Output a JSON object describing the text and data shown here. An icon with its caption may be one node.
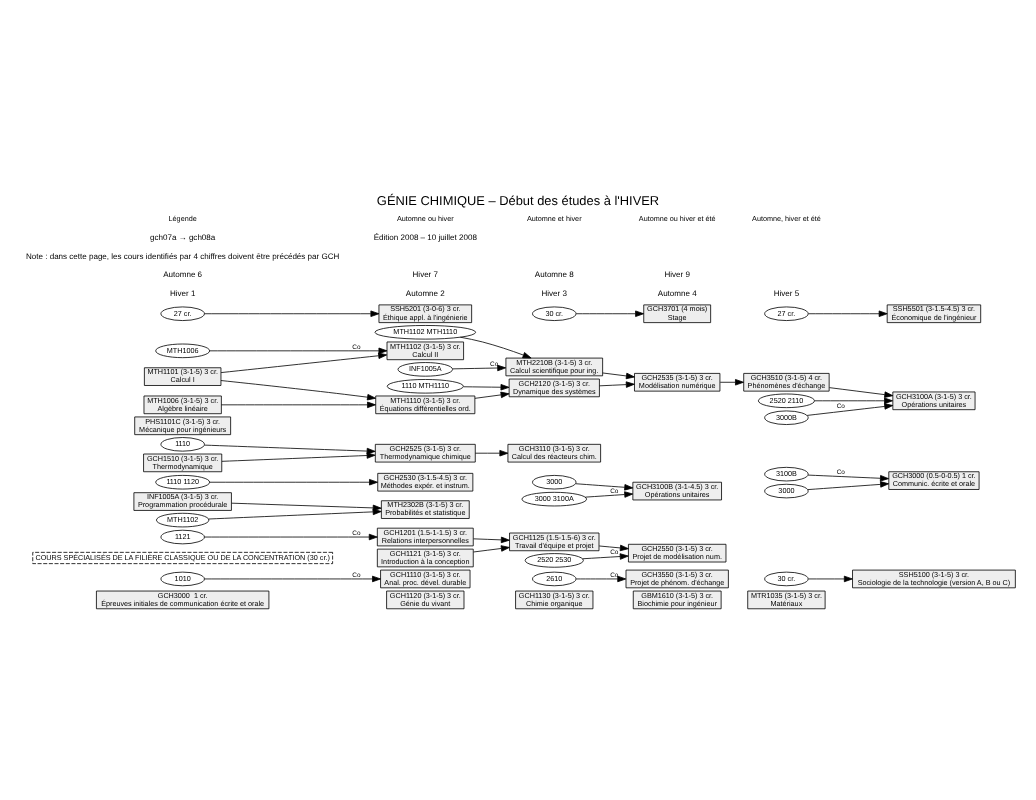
{
  "diagram": {
    "title": "GÉNIE CHIMIQUE – Début des études à l'HIVER",
    "nodes": [
      {
        "text": [
          "GCH3000  1 cr.",
          "Épreuves initiales de communication écrite et orale"
        ]
      },
      {
        "text": [
          "GCH1120 (3-1-5) 3 cr.",
          "Génie du vivant"
        ]
      },
      {
        "text": [
          "1010"
        ]
      },
      {
        "text": [
          "GCH1110 (3-1-5) 3 cr.",
          "Anal. proc. dével. durable"
        ]
      },
      {
        "text": [
          "GCH1130 (3-1-5) 3 cr.",
          "Chimie organique"
        ]
      },
      {
        "text": [
          "GBM1610 (3-1-5) 3 cr.",
          "Biochimie pour ingénieur"
        ]
      },
      {
        "text": [
          "COURS SPÉCIALISÉS DE LA FILIÈRE CLASSIQUE OU DE LA CONCENTRATION (30 cr.)"
        ]
      },
      {
        "text": [
          "2610"
        ]
      },
      {
        "text": [
          "GCH3550 (3-1-5) 3 cr.",
          "Projet de phénom. d'échange"
        ]
      },
      {
        "text": [
          "1121"
        ]
      },
      {
        "text": [
          "GCH1201 (1.5-1-1.5) 3 cr.",
          "Relations interpersonnelles"
        ]
      },
      {
        "text": [
          "GCH1125 (1.5-1.5-6) 3 cr.",
          "Travail d'équipe et projet"
        ]
      },
      {
        "text": [
          "2520 2530"
        ]
      },
      {
        "text": [
          "GCH2550 (3-1-5) 3 cr.",
          "Projet de modélisation num."
        ]
      },
      {
        "text": [
          "GCH1121 (3-1-5) 3 cr.",
          "Introduction à la conception"
        ]
      },
      {
        "text": [
          "INF1005A (3-1-5) 3 cr.",
          "Programmation procédurale"
        ]
      },
      {
        "text": [
          "MTH1102"
        ]
      },
      {
        "text": [
          "MTH2302B (3-1-5) 3 cr.",
          "Probabilités et statistique"
        ]
      },
      {
        "text": [
          "3000"
        ]
      },
      {
        "text": [
          "3100B"
        ]
      },
      {
        "text": [
          "GCH3000 (0.5-0-0.5) 1 cr.",
          "Communic. écrite et orale"
        ]
      },
      {
        "text": [
          "MTR1035 (3-1-5) 3 cr.",
          "Matériaux"
        ]
      },
      {
        "text": [
          "30 cr."
        ]
      },
      {
        "text": [
          "SSH5100 (3-1-5) 3 cr.",
          "Sociologie de la technologie (version A, B ou C)"
        ]
      },
      {
        "text": [
          "1110"
        ]
      },
      {
        "text": [
          "GCH1510 (3-1-5) 3 cr.",
          "Thermodynamique"
        ]
      },
      {
        "text": [
          "GCH2525 (3-1-5) 3 cr.",
          "Thermodynamique chimique"
        ]
      },
      {
        "text": [
          "GCH3110 (3-1-5) 3 cr.",
          "Calcul des réacteurs chim."
        ]
      },
      {
        "text": [
          "PHS1101C (3-1-5) 3 cr.",
          "Mécanique pour ingénieurs"
        ]
      },
      {
        "text": [
          "MTH1102 MTH1110"
        ]
      },
      {
        "text": [
          "INF1005A"
        ]
      },
      {
        "text": [
          "MTH2210B (3-1-5) 3 cr.",
          "Calcul scientifique pour ing."
        ]
      },
      {
        "text": [
          "MTH1101 (3-1-5) 3 cr.",
          "Calcul I"
        ]
      },
      {
        "text": [
          "MTH1006"
        ]
      },
      {
        "text": [
          "MTH1102 (3-1-5) 3 cr.",
          "Calcul II"
        ]
      },
      {
        "text": [
          "MTH1006 (3-1-5) 3 cr.",
          "Algèbre linéaire"
        ]
      },
      {
        "text": [
          "MTH1110 (3-1-5) 3 cr.",
          "Équations différentielles ord."
        ]
      },
      {
        "text": [
          "1110 MTH1110"
        ]
      },
      {
        "text": [
          "GCH2120 (3-1-5) 3 cr.",
          "Dynamique des systèmes"
        ]
      },
      {
        "text": [
          "GCH2535 (3-1-5) 3 cr.",
          "Modélisation numérique"
        ]
      },
      {
        "text": [
          "GCH3510 (3-1-5) 4 cr.",
          "Phénomènes d'échange"
        ]
      },
      {
        "text": [
          "2520 2110"
        ]
      },
      {
        "text": [
          "3000B"
        ]
      },
      {
        "text": [
          "GCH3100A (3-1-5) 3 cr.",
          "Opérations unitaires"
        ]
      },
      {
        "text": [
          "3000"
        ]
      },
      {
        "text": [
          "3000 3100A"
        ]
      },
      {
        "text": [
          "GCH3100B (3-1-4.5) 3 cr.",
          "Opérations unitaires"
        ]
      },
      {
        "text": [
          "1110 1120"
        ]
      },
      {
        "text": [
          "GCH2530 (3-1.5-4.5) 3 cr.",
          "Méthodes expér. et instrum."
        ]
      },
      {
        "text": [
          "27 cr."
        ]
      },
      {
        "text": [
          "SSH5201 (3-0-6) 3 cr.",
          "Éthique appl. à l'ingénierie"
        ]
      },
      {
        "text": [
          "30 cr."
        ]
      },
      {
        "text": [
          "GCH3701 (4 mois)",
          "Stage"
        ]
      },
      {
        "text": [
          "27 cr."
        ]
      },
      {
        "text": [
          "SSH5501 (3-1.5-4.5) 3 cr.",
          "Économique de l'ingénieur"
        ]
      }
    ],
    "edges": [
      {
        "from": 2,
        "to": 3,
        "arrow": "to",
        "label": "Co"
      },
      {
        "from": 9,
        "to": 10,
        "arrow": "to",
        "label": "Co"
      },
      {
        "from": 10,
        "to": 11,
        "arrow": "to"
      },
      {
        "from": 14,
        "to": 11,
        "arrow": "to"
      },
      {
        "from": 11,
        "to": 13,
        "arrow": "to"
      },
      {
        "from": 12,
        "to": 13,
        "arrow": "to",
        "label": "Co"
      },
      {
        "from": 7,
        "to": 8,
        "arrow": "to",
        "label": "Co"
      },
      {
        "from": 15,
        "to": 17,
        "arrow": "to"
      },
      {
        "from": 16,
        "to": 17,
        "arrow": "to"
      },
      {
        "from": 18,
        "to": 20,
        "arrow": "to"
      },
      {
        "from": 19,
        "to": 20,
        "arrow": "to",
        "label": "Co"
      },
      {
        "from": 22,
        "to": 23,
        "arrow": "to"
      },
      {
        "from": 24,
        "to": 26,
        "arrow": "to"
      },
      {
        "from": 25,
        "to": 26,
        "arrow": "to"
      },
      {
        "from": 26,
        "to": 27,
        "arrow": "to"
      },
      {
        "from": 30,
        "to": 31,
        "arrow": "to",
        "label": "Co"
      },
      {
        "from": 29,
        "to": 31,
        "arrow": "to"
      },
      {
        "from": 33,
        "to": 34,
        "arrow": "to",
        "label": "Co"
      },
      {
        "from": 32,
        "to": 34,
        "arrow": "to"
      },
      {
        "from": 32,
        "to": 36,
        "arrow": "to"
      },
      {
        "from": 35,
        "to": 36,
        "arrow": "to"
      },
      {
        "from": 37,
        "to": 38,
        "arrow": "to"
      },
      {
        "from": 36,
        "to": 38,
        "arrow": "to"
      },
      {
        "from": 31,
        "to": 39,
        "arrow": "to"
      },
      {
        "from": 38,
        "to": 39,
        "arrow": "to"
      },
      {
        "from": 39,
        "to": 40,
        "arrow": "to"
      },
      {
        "from": 40,
        "to": 43,
        "arrow": "to"
      },
      {
        "from": 41,
        "to": 43,
        "arrow": "to"
      },
      {
        "from": 42,
        "to": 43,
        "arrow": "to",
        "label": "Co"
      },
      {
        "from": 44,
        "to": 46,
        "arrow": "to"
      },
      {
        "from": 45,
        "to": 46,
        "arrow": "to",
        "label": "Co"
      },
      {
        "from": 47,
        "to": 48,
        "arrow": "to"
      },
      {
        "from": 49,
        "to": 50,
        "arrow": "to"
      },
      {
        "from": 51,
        "to": 52,
        "arrow": "to"
      },
      {
        "from": 53,
        "to": 54,
        "arrow": "to"
      }
    ],
    "labels": [
      "Hiver 1",
      "Automne 2",
      "Hiver 3",
      "Automne 4",
      "Hiver 5",
      "Automne 6",
      "Hiver 7",
      "Automne 8",
      "Hiver 9",
      "Note : dans cette page, les cours identifiés par 4 chiffres doivent être précédés par GCH",
      "gch07a → gch08a",
      "Édition 2008 – 10 juillet 2008"
    ],
    "legend": [
      {
        "text": "Légende"
      },
      {
        "text": "Automne ou hiver"
      },
      {
        "text": "Automne et hiver"
      },
      {
        "text": "Automne ou hiver et été"
      },
      {
        "text": "Automne, hiver et été"
      }
    ]
  }
}
